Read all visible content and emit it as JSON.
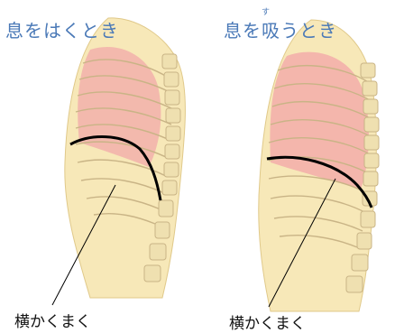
{
  "left_panel": {
    "title": "息をはくとき",
    "label": "横かくまく"
  },
  "right_panel": {
    "title": "息を吸うとき",
    "ruby": "す",
    "label": "横かくまく"
  },
  "colors": {
    "title": "#4a79b7",
    "body": "#f7e8b8",
    "lung": "#f2a9a9",
    "rib": "#d9c79a",
    "diaphragm": "#000000"
  }
}
